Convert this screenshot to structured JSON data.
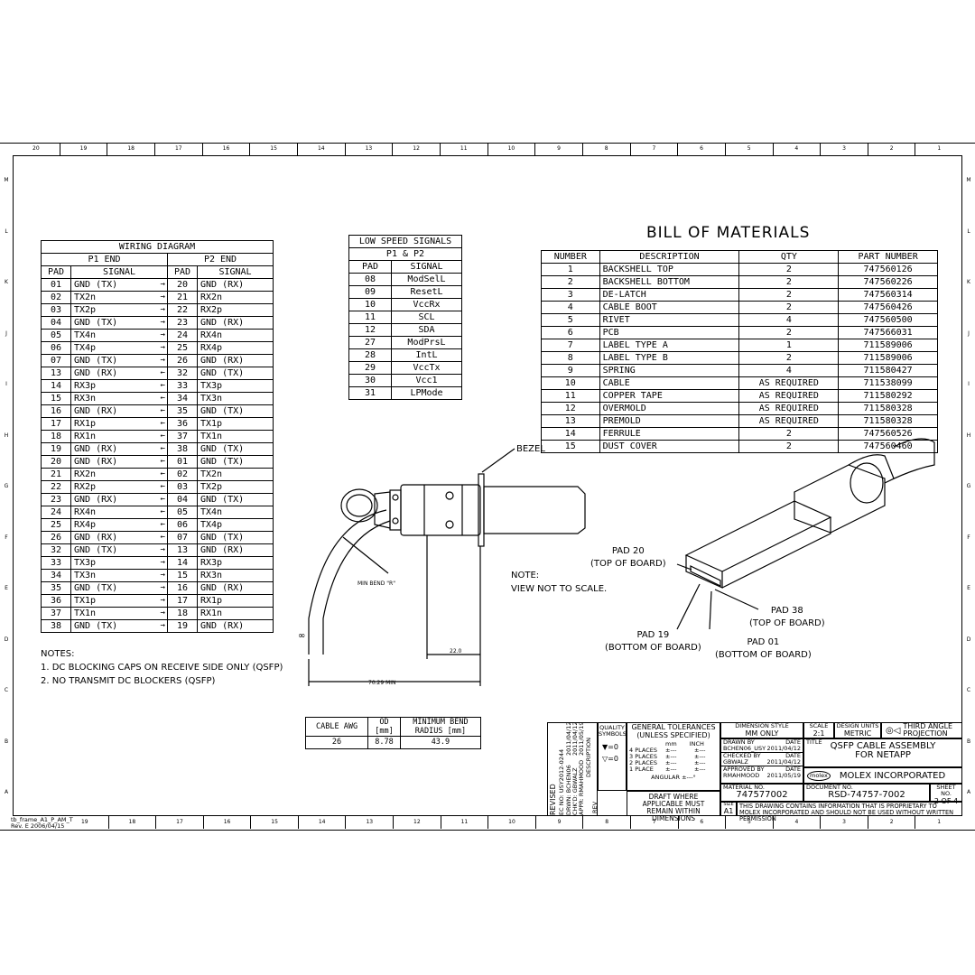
{
  "ruler_top": [
    "20",
    "19",
    "18",
    "17",
    "16",
    "15",
    "14",
    "13",
    "12",
    "11",
    "10",
    "9",
    "8",
    "7",
    "6",
    "5",
    "4",
    "3",
    "2",
    "1"
  ],
  "ruler_bottom": [
    "19",
    "18",
    "17",
    "16",
    "15",
    "14",
    "13",
    "12",
    "11",
    "10",
    "9",
    "8",
    "7",
    "6",
    "5",
    "4",
    "3",
    "2",
    "1"
  ],
  "side_letters": [
    "M",
    "L",
    "K",
    "J",
    "I",
    "H",
    "G",
    "F",
    "E",
    "D",
    "C",
    "B",
    "A"
  ],
  "frame_tag": {
    "line1": "tb_frame_A1_P_AM_T",
    "line2": "Rev. E 2006/04/15"
  },
  "wiring": {
    "title": "WIRING DIAGRAM",
    "p1_header": "P1 END",
    "p2_header": "P2 END",
    "col_pad": "PAD",
    "col_signal": "SIGNAL",
    "rows": [
      [
        "01",
        "GND (TX)",
        "→",
        "20",
        "GND (RX)"
      ],
      [
        "02",
        "TX2n",
        "→",
        "21",
        "RX2n"
      ],
      [
        "03",
        "TX2p",
        "→",
        "22",
        "RX2p"
      ],
      [
        "04",
        "GND (TX)",
        "→",
        "23",
        "GND (RX)"
      ],
      [
        "05",
        "TX4n",
        "→",
        "24",
        "RX4n"
      ],
      [
        "06",
        "TX4p",
        "→",
        "25",
        "RX4p"
      ],
      [
        "07",
        "GND (TX)",
        "→",
        "26",
        "GND (RX)"
      ],
      [
        "13",
        "GND (RX)",
        "←",
        "32",
        "GND (TX)"
      ],
      [
        "14",
        "RX3p",
        "←",
        "33",
        "TX3p"
      ],
      [
        "15",
        "RX3n",
        "←",
        "34",
        "TX3n"
      ],
      [
        "16",
        "GND (RX)",
        "←",
        "35",
        "GND (TX)"
      ],
      [
        "17",
        "RX1p",
        "←",
        "36",
        "TX1p"
      ],
      [
        "18",
        "RX1n",
        "←",
        "37",
        "TX1n"
      ],
      [
        "19",
        "GND (RX)",
        "←",
        "38",
        "GND (TX)"
      ],
      [
        "20",
        "GND (RX)",
        "←",
        "01",
        "GND (TX)"
      ],
      [
        "21",
        "RX2n",
        "←",
        "02",
        "TX2n"
      ],
      [
        "22",
        "RX2p",
        "←",
        "03",
        "TX2p"
      ],
      [
        "23",
        "GND (RX)",
        "←",
        "04",
        "GND (TX)"
      ],
      [
        "24",
        "RX4n",
        "←",
        "05",
        "TX4n"
      ],
      [
        "25",
        "RX4p",
        "←",
        "06",
        "TX4p"
      ],
      [
        "26",
        "GND (RX)",
        "←",
        "07",
        "GND (TX)"
      ],
      [
        "32",
        "GND (TX)",
        "→",
        "13",
        "GND (RX)"
      ],
      [
        "33",
        "TX3p",
        "→",
        "14",
        "RX3p"
      ],
      [
        "34",
        "TX3n",
        "→",
        "15",
        "RX3n"
      ],
      [
        "35",
        "GND (TX)",
        "→",
        "16",
        "GND (RX)"
      ],
      [
        "36",
        "TX1p",
        "→",
        "17",
        "RX1p"
      ],
      [
        "37",
        "TX1n",
        "→",
        "18",
        "RX1n"
      ],
      [
        "38",
        "GND (TX)",
        "→",
        "19",
        "GND (RX)"
      ]
    ]
  },
  "notes": {
    "title": "NOTES:",
    "items": [
      "1. DC BLOCKING CAPS ON RECEIVE SIDE ONLY (QSFP)",
      "2. NO TRANSMIT DC BLOCKERS (QSFP)"
    ]
  },
  "low_speed": {
    "title": "LOW SPEED SIGNALS",
    "subtitle": "P1 & P2",
    "col_pad": "PAD",
    "col_signal": "SIGNAL",
    "rows": [
      [
        "08",
        "ModSelL"
      ],
      [
        "09",
        "ResetL"
      ],
      [
        "10",
        "VccRx"
      ],
      [
        "11",
        "SCL"
      ],
      [
        "12",
        "SDA"
      ],
      [
        "27",
        "ModPrsL"
      ],
      [
        "28",
        "IntL"
      ],
      [
        "29",
        "VccTx"
      ],
      [
        "30",
        "Vcc1"
      ],
      [
        "31",
        "LPMode"
      ]
    ]
  },
  "bom": {
    "title": "BILL OF MATERIALS",
    "headers": [
      "NUMBER",
      "DESCRIPTION",
      "QTY",
      "PART NUMBER"
    ],
    "rows": [
      [
        "1",
        "BACKSHELL TOP",
        "2",
        "747560126"
      ],
      [
        "2",
        "BACKSHELL BOTTOM",
        "2",
        "747560226"
      ],
      [
        "3",
        "DE-LATCH",
        "2",
        "747560314"
      ],
      [
        "4",
        "CABLE BOOT",
        "2",
        "747560426"
      ],
      [
        "5",
        "RIVET",
        "4",
        "747560500"
      ],
      [
        "6",
        "PCB",
        "2",
        "747566031"
      ],
      [
        "7",
        "LABEL TYPE A",
        "1",
        "711589006"
      ],
      [
        "8",
        "LABEL TYPE B",
        "2",
        "711589006"
      ],
      [
        "9",
        "SPRING",
        "4",
        "711580427"
      ],
      [
        "10",
        "CABLE",
        "AS REQUIRED",
        "711538099"
      ],
      [
        "11",
        "COPPER TAPE",
        "AS REQUIRED",
        "711580292"
      ],
      [
        "12",
        "OVERMOLD",
        "AS REQUIRED",
        "711580328"
      ],
      [
        "13",
        "PREMOLD",
        "AS REQUIRED",
        "711580328"
      ],
      [
        "14",
        "FERRULE",
        "2",
        "747560526"
      ],
      [
        "15",
        "DUST COVER",
        "2",
        "747560460"
      ]
    ]
  },
  "drawing": {
    "bezel": "BEZEL",
    "min_bend": "MIN BEND \"R\"",
    "dim_22": "22.0",
    "dim_7029": "70.29 MIN",
    "infinity": "∞",
    "note_title": "NOTE:",
    "note_text": "VIEW NOT TO SCALE.",
    "pad20_a": "PAD 20",
    "pad20_b": "(TOP OF BOARD)",
    "pad38_a": "PAD 38",
    "pad38_b": "(TOP OF BOARD)",
    "pad19_a": "PAD 19",
    "pad19_b": "(BOTTOM OF BOARD)",
    "pad01_a": "PAD 01",
    "pad01_b": "(BOTTOM OF BOARD)"
  },
  "cable_table": {
    "headers": [
      "CABLE AWG",
      "OD\n[mm]",
      "MINIMUM BEND\nRADIUS [mm]"
    ],
    "row": [
      "26",
      "8.78",
      "43.9"
    ]
  },
  "title_block": {
    "revised": "REVISED",
    "ec_no": "EC NO: USY2012-0244",
    "drwn": "DRWN: BCHEN06",
    "chkd": "CHK'D: GBWALZ",
    "appr": "APPR: RMAHMOOD",
    "date1": "2011/04/12",
    "date2": "2011/04/12",
    "date3": "2011/05/19",
    "description_label": "DESCRIPTION",
    "rev_label": "REV",
    "quality": "QUALITY SYMBOLS",
    "q_sym1": "=0",
    "q_sym2": "=0",
    "general_tol": "GENERAL TOLERANCES",
    "unless": "(UNLESS SPECIFIED)",
    "mm": "mm",
    "inch": "INCH",
    "tol_rows": [
      "4 PLACES",
      "3 PLACES",
      "2 PLACES",
      "1 PLACE"
    ],
    "tol_val": "±---",
    "angular": "ANGULAR ±---°",
    "draft": "DRAFT WHERE APPLICABLE MUST REMAIN WITHIN DIMENSIONS",
    "dim_style_label": "DIMENSION STYLE",
    "dim_style": "MM ONLY",
    "scale_label": "SCALE",
    "scale": "2:1",
    "design_units_label": "DESIGN UNITS",
    "design_units": "METRIC",
    "projection": "THIRD ANGLE PROJECTION",
    "drawn_by_label": "DRAWN BY",
    "drawn_by": "BCHEN06_USY",
    "drawn_date": "2011/04/12",
    "checked_by_label": "CHECKED BY",
    "checked_by": "GBWALZ",
    "checked_date": "2011/04/12",
    "approved_by_label": "APPROVED BY",
    "approved_by": "RMAHMOOD",
    "approved_date": "2011/05/19",
    "date_label": "DATE",
    "title_label": "TITLE",
    "title1": "QSFP CABLE ASSEMBLY",
    "title2": "FOR NETAPP",
    "company": "MOLEX INCORPORATED",
    "logo": "molex",
    "material_label": "MATERIAL NO.",
    "material": "747577002",
    "document_label": "DOCUMENT NO.",
    "document": "RSD-74757-7002",
    "sheet_label": "SHEET NO.",
    "sheet": "2 OF 4",
    "size_label": "SIZE",
    "size": "A1",
    "proprietary": "THIS DRAWING CONTAINS INFORMATION THAT IS PROPRIETARY TO MOLEX INCORPORATED AND SHOULD NOT BE USED WITHOUT WRITTEN PERMISSION"
  }
}
